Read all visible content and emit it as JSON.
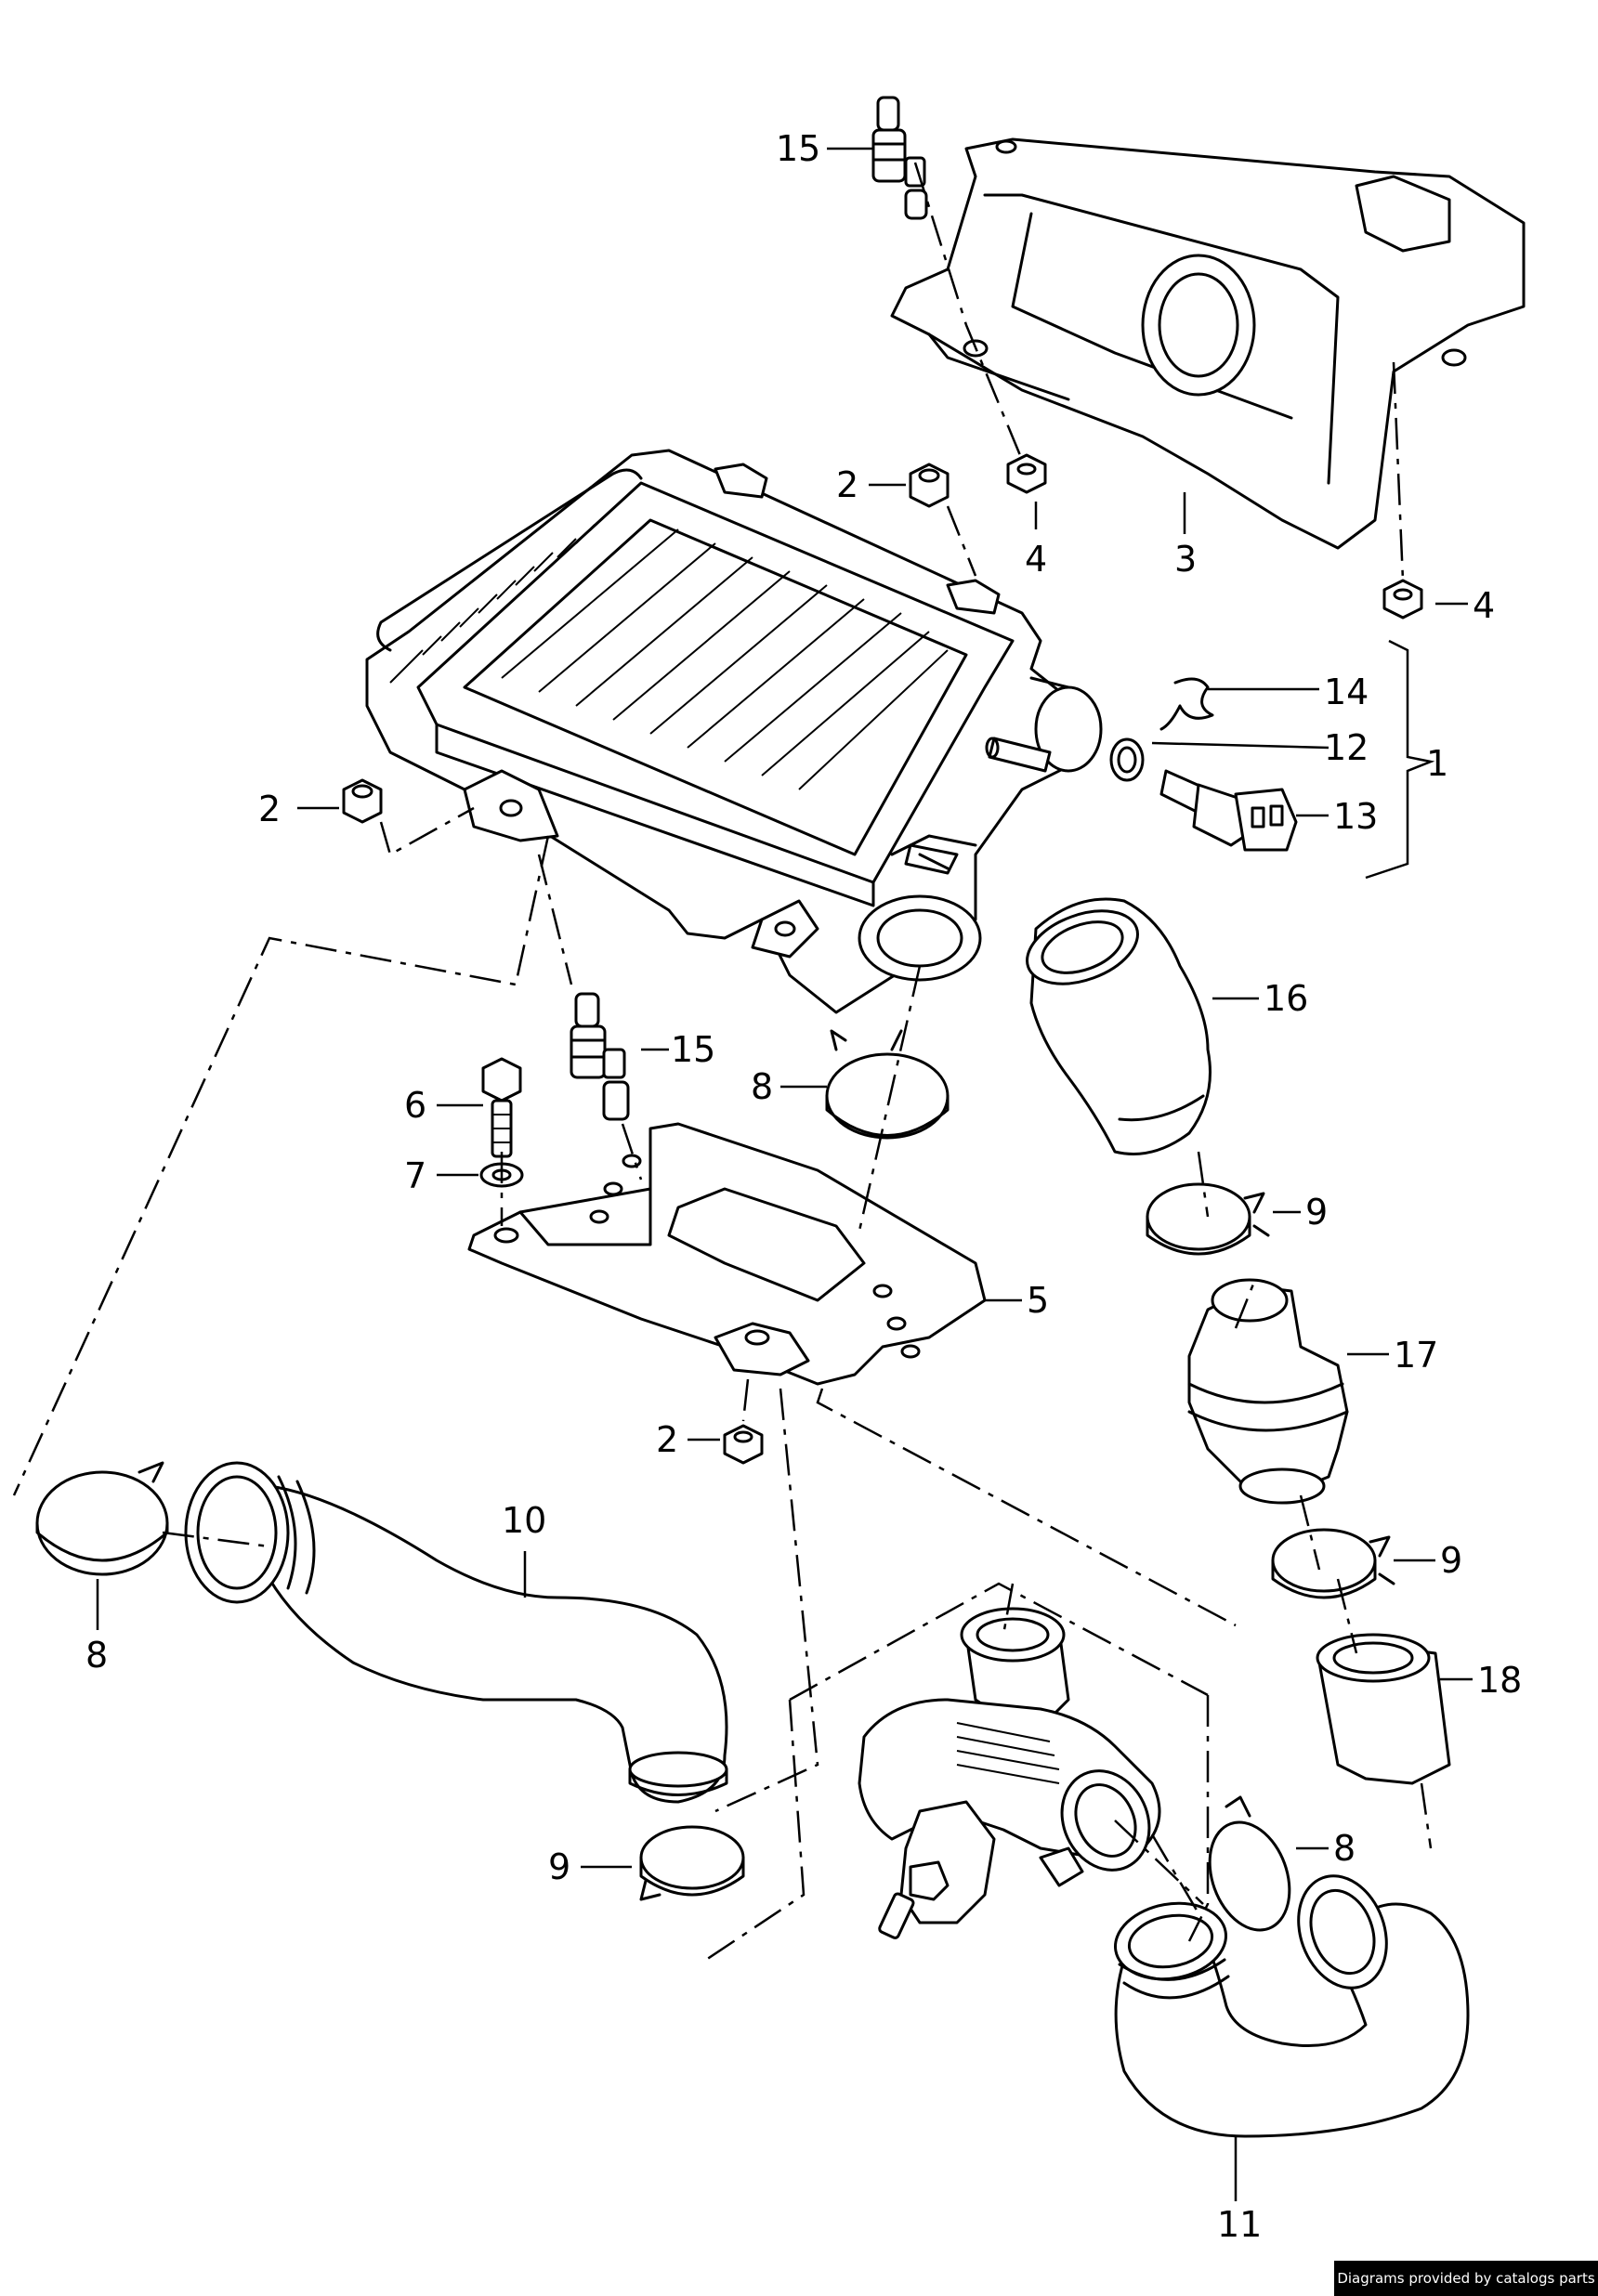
{
  "callouts": {
    "c1": "1",
    "c2a": "2",
    "c2b": "2",
    "c2c": "2",
    "c3": "3",
    "c4a": "4",
    "c4b": "4",
    "c5": "5",
    "c6": "6",
    "c7": "7",
    "c8a": "8",
    "c8b": "8",
    "c8c": "8",
    "c9a": "9",
    "c9b": "9",
    "c9c": "9",
    "c10": "10",
    "c11": "11",
    "c12": "12",
    "c13": "13",
    "c14": "14",
    "c15a": "15",
    "c15b": "15",
    "c16": "16",
    "c17": "17",
    "c18": "18"
  },
  "credit": "Diagrams provided by catalogs parts"
}
